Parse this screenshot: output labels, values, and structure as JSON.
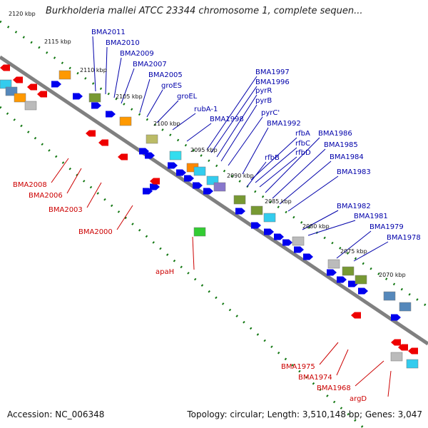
{
  "title": "Burkholderia mallei ATCC 23344 chromosome 1, complete sequen...",
  "footer": {
    "accession": "Accession: NC_006348",
    "summary": "Topology: circular; Length: 3,510,148 bp; Genes: 3,047"
  },
  "colors": {
    "forward_label": "#0000aa",
    "reverse_label": "#cc0000",
    "backbone": "#808080",
    "forward_gene": "#0000ee",
    "reverse_gene": "#ee0000",
    "dots": "#117711"
  },
  "ticks": [
    "2120 kbp",
    "2115 kbp",
    "2110 kbp",
    "2105 kbp",
    "2100 kbp",
    "2095 kbp",
    "2090 kbp",
    "2085 kbp",
    "2080 kbp",
    "2075 kbp",
    "2070 kbp"
  ],
  "forward_labels": [
    "BMA2011",
    "BMA2010",
    "BMA2009",
    "BMA2007",
    "BMA2005",
    "groES",
    "groEL",
    "rubA-1",
    "BMA1998",
    "BMA1997",
    "BMA1996",
    "pyrR",
    "pyrB",
    "pyrC'",
    "BMA1992",
    "rfbA",
    "rfbC",
    "rfbD",
    "rfbB",
    "BMA1986",
    "BMA1985",
    "BMA1984",
    "BMA1983",
    "BMA1982",
    "BMA1981",
    "BMA1979",
    "BMA1978"
  ],
  "reverse_labels": [
    "BMA2008",
    "BMA2006",
    "BMA2003",
    "BMA2000",
    "apaH",
    "BMA1975",
    "BMA1974",
    "BMA1968",
    "argD"
  ]
}
